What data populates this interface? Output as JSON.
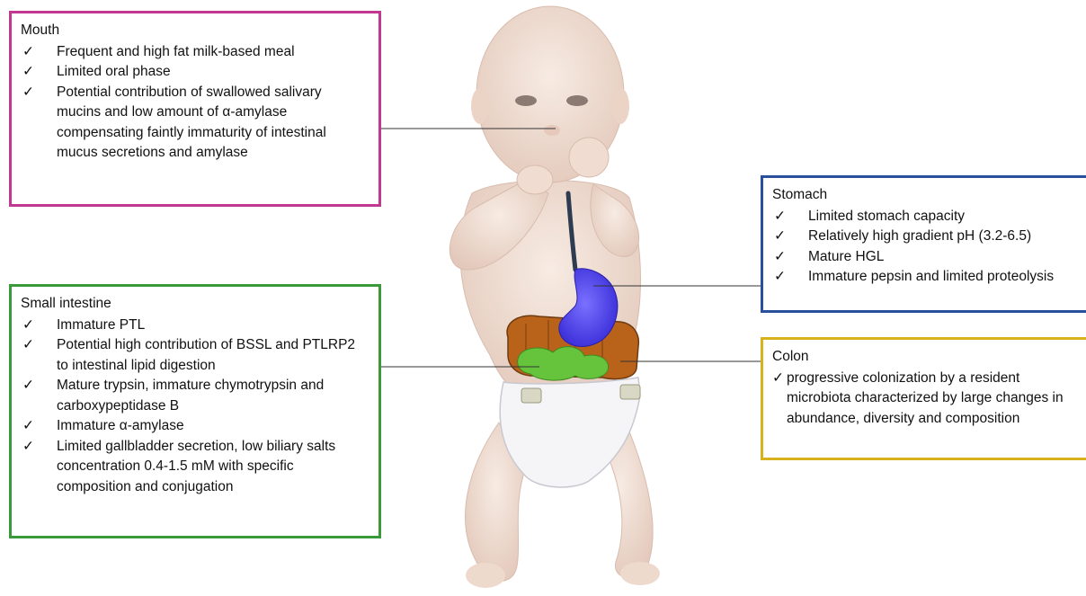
{
  "colors": {
    "mouth": "#c0388f",
    "small_intestine": "#3a9a3a",
    "stomach": "#2a4f9c",
    "colon": "#d7b21c",
    "stomach_organ": "#4a3ee6",
    "colon_organ": "#b85e14",
    "intestine_organ": "#5fc23a",
    "skin": "#f0ddd2"
  },
  "mouth": {
    "title": "Mouth",
    "items": [
      {
        "mark": "✓",
        "text": "Frequent and high fat milk-based meal"
      },
      {
        "mark": "✓",
        "text": "Limited oral phase"
      },
      {
        "mark": "✓",
        "text": "Potential contribution of swallowed salivary mucins and low amount of α-amylase compensating faintly immaturity of intestinal mucus secretions and amylase"
      }
    ]
  },
  "small_intestine": {
    "title": "Small intestine",
    "items": [
      {
        "mark": "✓",
        "text": "Immature PTL"
      },
      {
        "mark": "✓",
        "text": "Potential high contribution of BSSL and PTLRP2 to intestinal lipid digestion"
      },
      {
        "mark": "✓",
        "text": "Mature trypsin, immature chymotrypsin and carboxypeptidase B"
      },
      {
        "mark": "✓",
        "text": "Immature α-amylase"
      },
      {
        "mark": "✓",
        "text": "Limited gallbladder secretion, low biliary salts concentration 0.4-1.5 mM with specific composition and conjugation"
      }
    ]
  },
  "stomach": {
    "title": "Stomach",
    "items": [
      {
        "mark": "✓",
        "text": "Limited stomach capacity"
      },
      {
        "mark": "✓",
        "text": "Relatively high gradient pH (3.2-6.5)"
      },
      {
        "mark": "✓",
        "text": "Mature HGL"
      },
      {
        "mark": "✓",
        "text": "Immature pepsin and limited proteolysis"
      }
    ]
  },
  "colon": {
    "title": "Colon",
    "items": [
      {
        "mark": "✓",
        "text": "progressive colonization by a resident microbiota characterized by large changes  in  abundance, diversity and composition"
      }
    ]
  }
}
